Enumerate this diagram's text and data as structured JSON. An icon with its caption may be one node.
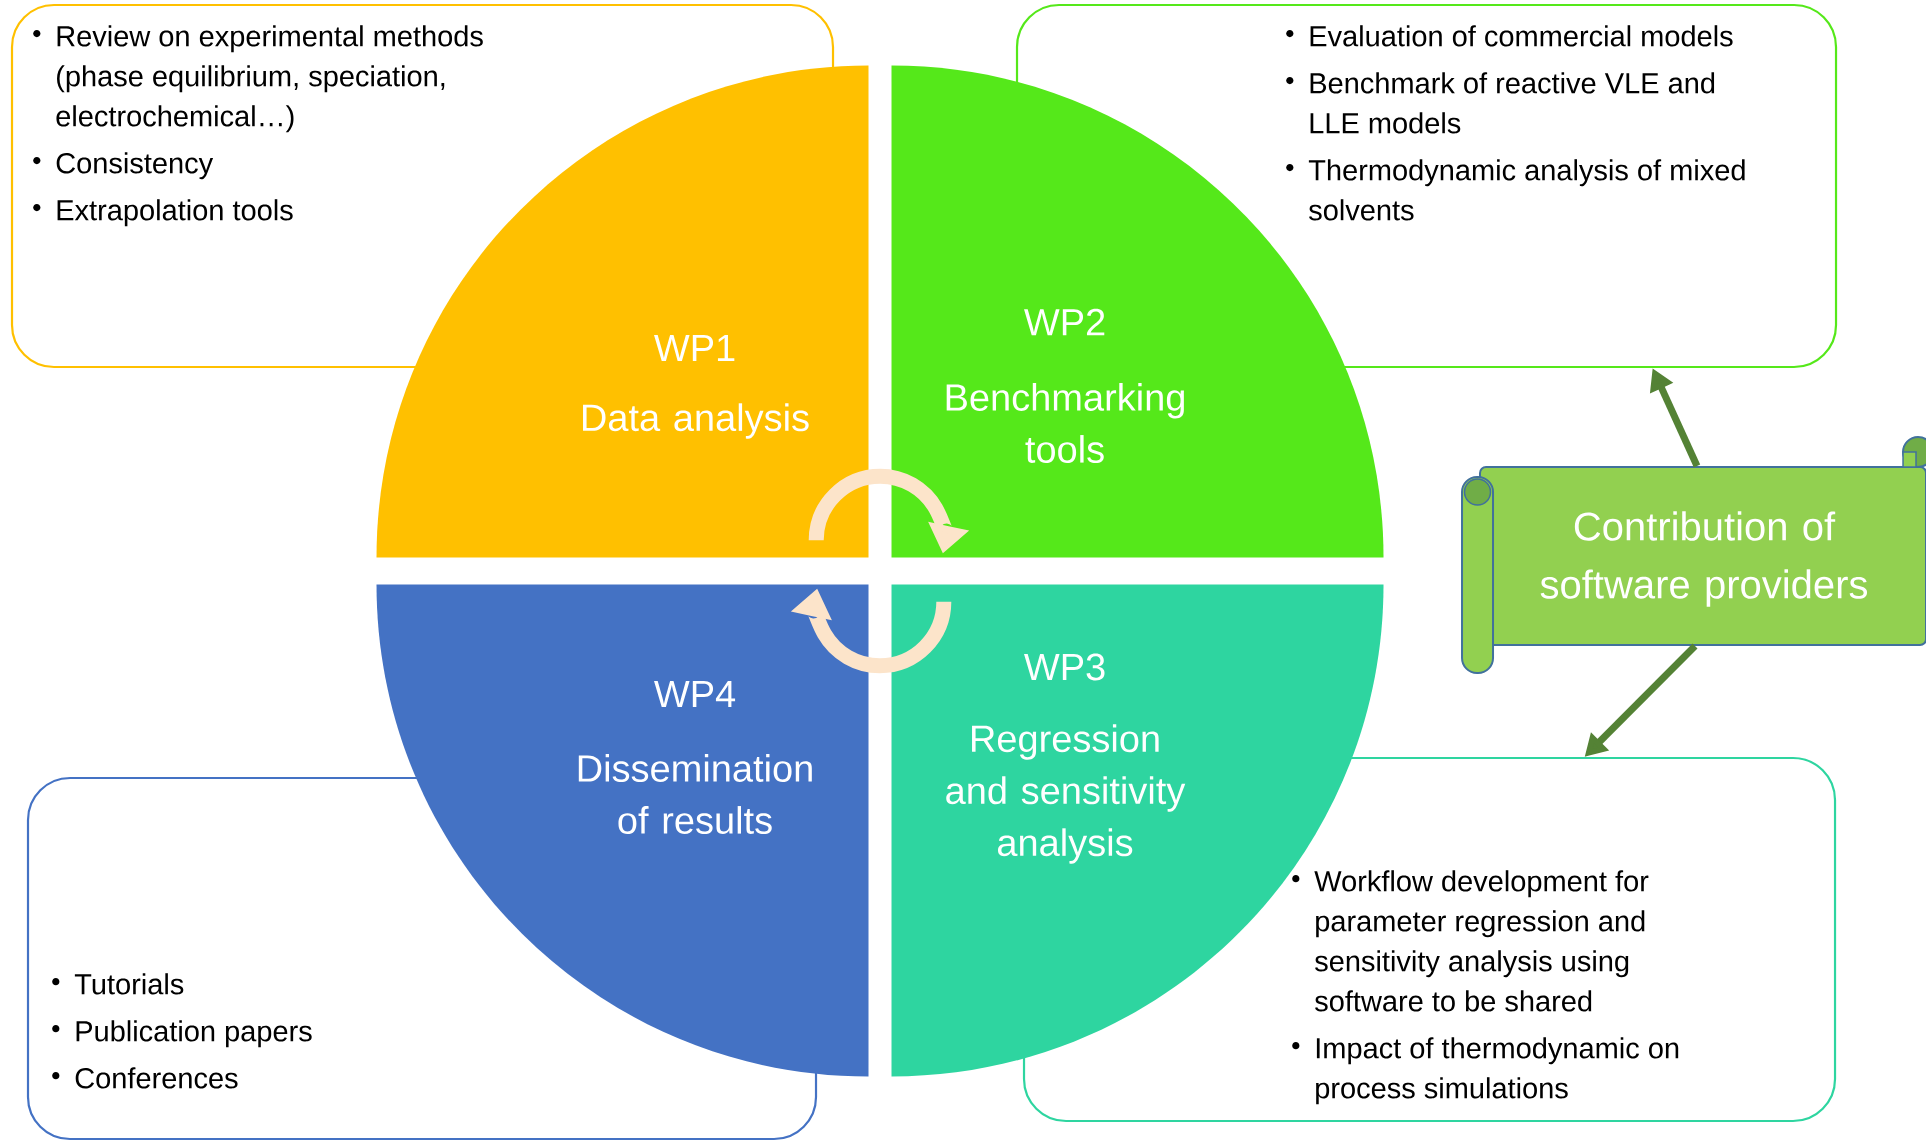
{
  "diagram": {
    "nodes": [
      {
        "text": [
          "Review on experimental methods (phase equilibrium, speciation, electrochemical…)",
          "Consistency",
          "Extrapolation tools"
        ]
      },
      {
        "text": [
          "Evaluation of commercial models",
          "Benchmark of reactive VLE and LLE models",
          "Thermodynamic analysis of mixed solvents"
        ]
      },
      {
        "text": [
          "WP1",
          "Data analysis"
        ]
      },
      {
        "text": [
          "WP2",
          "Benchmarking tools"
        ]
      },
      {
        "text": [
          "Contribution of software providers"
        ]
      },
      {
        "text": [
          "WP4",
          "Dissemination of results"
        ]
      },
      {
        "text": [
          "WP3",
          "Regression and sensitivity analysis"
        ]
      },
      {
        "text": [
          "Workflow development for parameter regression and sensitivity analysis using software to be shared",
          "Impact of thermodynamic on process simulations"
        ]
      },
      {
        "text": [
          "Tutorials",
          "Publication papers",
          "Conferences"
        ]
      }
    ],
    "edges": [
      {
        "from": 2,
        "to": 3,
        "arrow": "to",
        "style": "thick",
        "color": "#fce4ca"
      },
      {
        "from": 6,
        "to": 5,
        "arrow": "to",
        "style": "thick",
        "color": "#fce4ca"
      },
      {
        "from": 4,
        "to": 1,
        "arrow": "to",
        "color": "#548235"
      },
      {
        "from": 4,
        "to": 7,
        "arrow": "to",
        "color": "#548235"
      }
    ]
  }
}
